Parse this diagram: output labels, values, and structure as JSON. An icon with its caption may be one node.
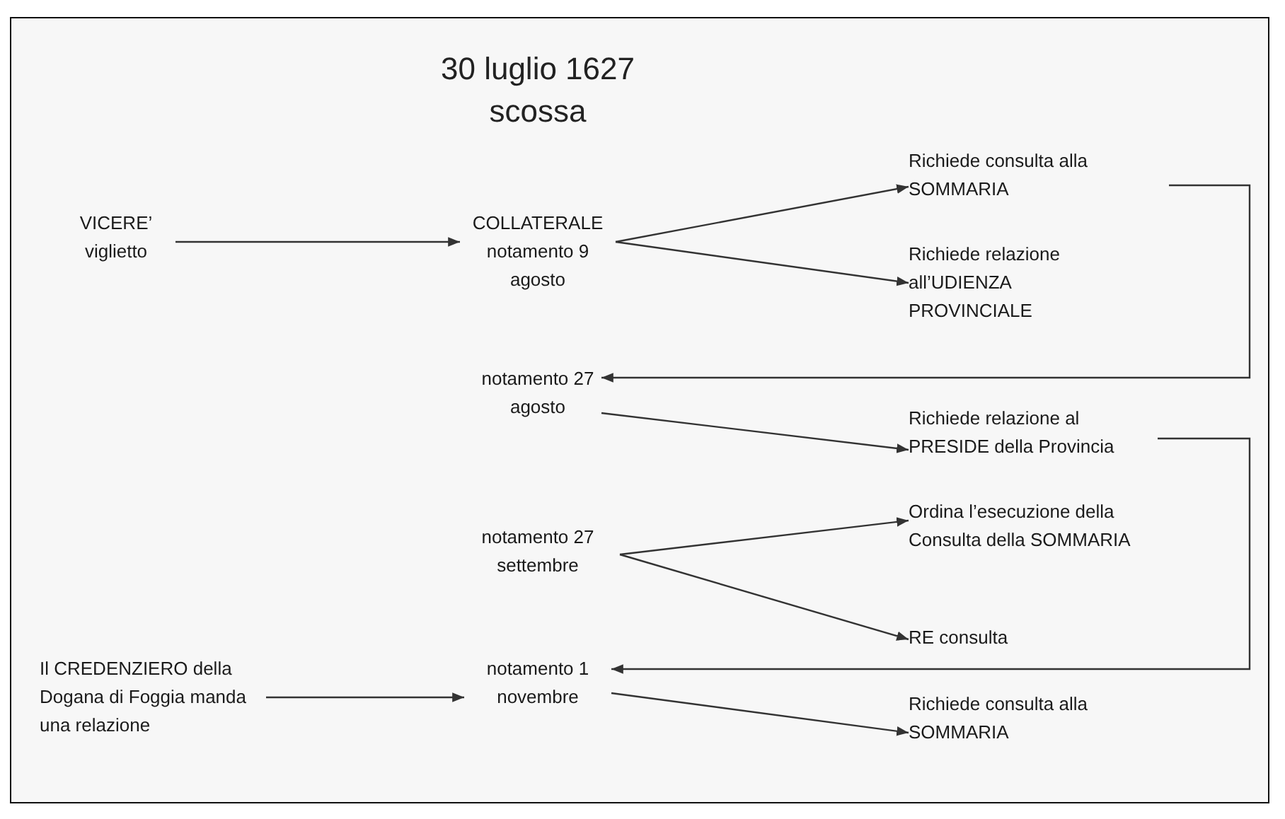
{
  "diagram": {
    "title": "30 luglio 1627 scossa",
    "nodes": [
      {
        "text": [
          "VICERE’ viglietto"
        ]
      },
      {
        "text": [
          "COLLATERALE notamento 9 agosto"
        ]
      },
      {
        "text": [
          "Richiede consulta alla SOMMARIA"
        ]
      },
      {
        "text": [
          "Richiede relazione all’UDIENZA PROVINCIALE"
        ]
      },
      {
        "text": [
          "notamento 27 agosto"
        ]
      },
      {
        "text": [
          "Richiede relazione al PRESIDE della Provincia"
        ]
      },
      {
        "text": [
          "notamento 27 settembre"
        ]
      },
      {
        "text": [
          "Ordina l’esecuzione della Consulta della SOMMARIA"
        ]
      },
      {
        "text": [
          "RE consulta"
        ]
      },
      {
        "text": [
          "Il CREDENZIERO della Dogana di Foggia manda una relazione"
        ]
      },
      {
        "text": [
          "notamento 1 novembre"
        ]
      },
      {
        "text": [
          "Richiede consulta alla SOMMARIA"
        ]
      }
    ],
    "edges": [
      {
        "from": 0,
        "to": 1,
        "arrow": "to"
      },
      {
        "from": 1,
        "to": 2,
        "arrow": "to"
      },
      {
        "from": 1,
        "to": 3,
        "arrow": "to"
      },
      {
        "from": 2,
        "to": 4,
        "arrow": "to"
      },
      {
        "from": 4,
        "to": 5,
        "arrow": "to"
      },
      {
        "from": 5,
        "to": 10,
        "arrow": "to"
      },
      {
        "from": 6,
        "to": 7,
        "arrow": "to"
      },
      {
        "from": 6,
        "to": 8,
        "arrow": "to"
      },
      {
        "from": 9,
        "to": 10,
        "arrow": "to"
      },
      {
        "from": 10,
        "to": 11,
        "arrow": "to"
      }
    ]
  }
}
